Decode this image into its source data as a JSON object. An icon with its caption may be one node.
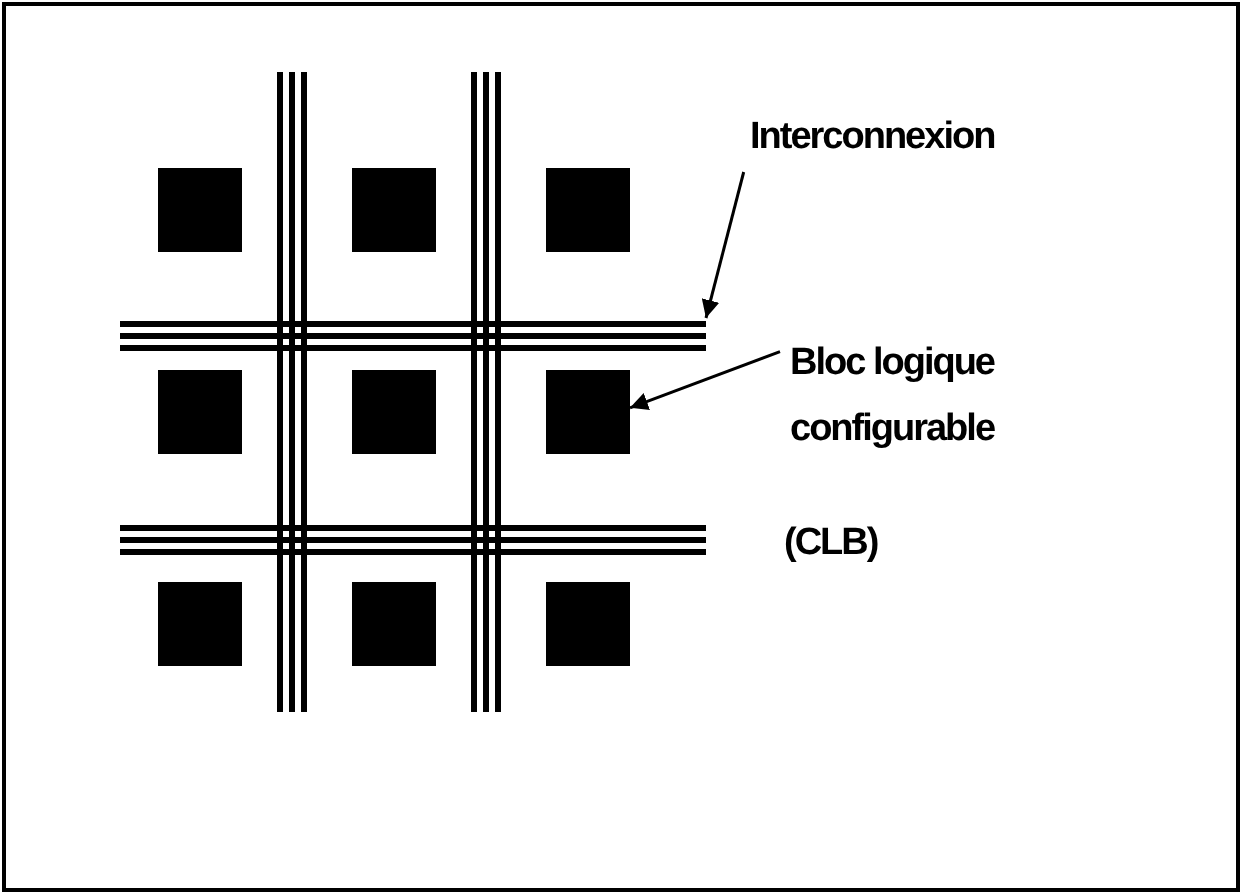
{
  "diagram": {
    "nodes": [
      {
        "text": [
          "Interconnexion"
        ]
      },
      {
        "text": [
          "Bloc logique configurable",
          "(CLB)"
        ]
      },
      {
        "text": [],
        "shape": "box"
      },
      {
        "text": [],
        "shape": "box"
      },
      {
        "text": [],
        "shape": "box"
      },
      {
        "text": [],
        "shape": "box"
      },
      {
        "text": [],
        "shape": "box"
      },
      {
        "text": [],
        "shape": "box"
      },
      {
        "text": [],
        "shape": "box"
      },
      {
        "text": [],
        "shape": "box"
      },
      {
        "text": [],
        "shape": "box"
      },
      {
        "text": [],
        "shape": "bar"
      },
      {
        "text": [],
        "shape": "bar"
      },
      {
        "text": [],
        "shape": "bar"
      },
      {
        "text": [],
        "shape": "bar"
      }
    ],
    "edges": [
      {
        "from": 0,
        "to": 13,
        "arrow": "to"
      },
      {
        "from": 1,
        "to": 7,
        "arrow": "to"
      }
    ]
  }
}
